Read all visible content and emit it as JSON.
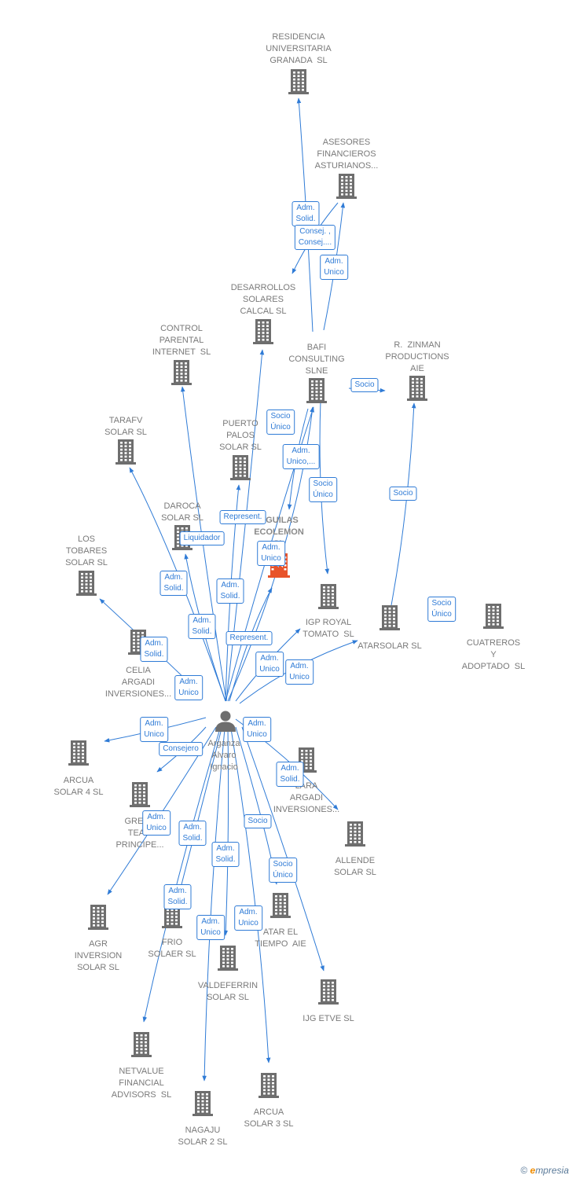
{
  "colors": {
    "edge": "#2f7bd6",
    "node_icon": "#6e6e6e",
    "highlight_icon": "#e8532a",
    "label": "#7a7a7a"
  },
  "center": {
    "label": "Arganza\nAlvaro\nIgnacio",
    "icon": "person-icon"
  },
  "companies": [
    {
      "id": "residencia",
      "label": "RESIDENCIA\nUNIVERSITARIA\nGRANADA  SL"
    },
    {
      "id": "asesores",
      "label": "ASESORES\nFINANCIEROS\nASTURIANOS..."
    },
    {
      "id": "desarrollos",
      "label": "DESARROLLOS\nSOLARES\nCALCAL SL"
    },
    {
      "id": "control",
      "label": "CONTROL\nPARENTAL\nINTERNET  SL"
    },
    {
      "id": "bafi",
      "label": "BAFI\nCONSULTING\nSLNE"
    },
    {
      "id": "zinman",
      "label": "R.  ZINMAN\nPRODUCTIONS\nAIE"
    },
    {
      "id": "tarafv",
      "label": "TARAFV\nSOLAR SL"
    },
    {
      "id": "puerto",
      "label": "PUERTO\nPALOS\nSOLAR SL"
    },
    {
      "id": "daroca",
      "label": "DAROCA\nSOLAR SL"
    },
    {
      "id": "aguilas",
      "label": "AGUILAS\nECOLEMON\nSL",
      "highlight": true
    },
    {
      "id": "tobares",
      "label": "LOS\nTOBARES\nSOLAR SL"
    },
    {
      "id": "igp",
      "label": "IGP ROYAL\nTOMATO  SL"
    },
    {
      "id": "atarsolar",
      "label": "ATARSOLAR SL"
    },
    {
      "id": "cuatreros",
      "label": "CUATREROS\nY\nADOPTADO  SL"
    },
    {
      "id": "celia",
      "label": "CELIA\nARGADI\nINVERSIONES..."
    },
    {
      "id": "arcua4",
      "label": "ARCUA\nSOLAR 4 SL"
    },
    {
      "id": "green",
      "label": "GREEN\nTEAM\nPRINCIPE..."
    },
    {
      "id": "lara",
      "label": "LARA\nARGADI\nINVERSIONES..."
    },
    {
      "id": "allende",
      "label": "ALLENDE\nSOLAR SL"
    },
    {
      "id": "agr",
      "label": "AGR\nINVERSION\nSOLAR SL"
    },
    {
      "id": "frio",
      "label": "FRIO\nSOLAER SL"
    },
    {
      "id": "atarel",
      "label": "ATAR EL\nTIEMPO  AIE"
    },
    {
      "id": "valdeferrin",
      "label": "VALDEFERRIN\nSOLAR SL"
    },
    {
      "id": "ijg",
      "label": "IJG ETVE SL"
    },
    {
      "id": "netvalue",
      "label": "NETVALUE\nFINANCIAL\nADVISORS  SL"
    },
    {
      "id": "nagaju",
      "label": "NAGAJU\nSOLAR 2 SL"
    },
    {
      "id": "arcua3",
      "label": "ARCUA\nSOLAR 3 SL"
    }
  ],
  "relations": [
    {
      "id": "r1",
      "label": "Adm.\nSolid."
    },
    {
      "id": "r2",
      "label": "Consej. ,\nConsej...."
    },
    {
      "id": "r3",
      "label": "Adm.\nUnico"
    },
    {
      "id": "r4",
      "label": "Socio"
    },
    {
      "id": "r5",
      "label": "Socio\nÚnico"
    },
    {
      "id": "r6",
      "label": "Adm.\nUnico,..."
    },
    {
      "id": "r7",
      "label": "Socio\nÚnico"
    },
    {
      "id": "r8",
      "label": "Socio"
    },
    {
      "id": "r9",
      "label": "Represent."
    },
    {
      "id": "r10",
      "label": "Liquidador"
    },
    {
      "id": "r11",
      "label": "Adm.\nUnico"
    },
    {
      "id": "r12",
      "label": "Adm.\nSolid."
    },
    {
      "id": "r13",
      "label": "Adm.\nSolid."
    },
    {
      "id": "r14",
      "label": "Socio\nÚnico"
    },
    {
      "id": "r15",
      "label": "Adm.\nSolid."
    },
    {
      "id": "r16",
      "label": "Represent."
    },
    {
      "id": "r17",
      "label": "Adm.\nSolid."
    },
    {
      "id": "r18",
      "label": "Adm.\nUnico"
    },
    {
      "id": "r19",
      "label": "Adm.\nUnico"
    },
    {
      "id": "r20",
      "label": "Adm.\nUnico"
    },
    {
      "id": "r21",
      "label": "Adm.\nUnico"
    },
    {
      "id": "r22",
      "label": "Adm.\nUnico"
    },
    {
      "id": "r23",
      "label": "Consejero"
    },
    {
      "id": "r24",
      "label": "Adm.\nSolid."
    },
    {
      "id": "r25",
      "label": "Adm.\nUnico"
    },
    {
      "id": "r26",
      "label": "Adm.\nSolid."
    },
    {
      "id": "r27",
      "label": "Socio"
    },
    {
      "id": "r28",
      "label": "Adm.\nSolid."
    },
    {
      "id": "r29",
      "label": "Socio\nÚnico"
    },
    {
      "id": "r30",
      "label": "Adm.\nSolid."
    },
    {
      "id": "r31",
      "label": "Adm.\nUnico"
    },
    {
      "id": "r32",
      "label": "Adm.\nUnico"
    }
  ],
  "footer": {
    "copyright": "©",
    "brand_initial": "e",
    "brand_rest": "mpresia"
  }
}
